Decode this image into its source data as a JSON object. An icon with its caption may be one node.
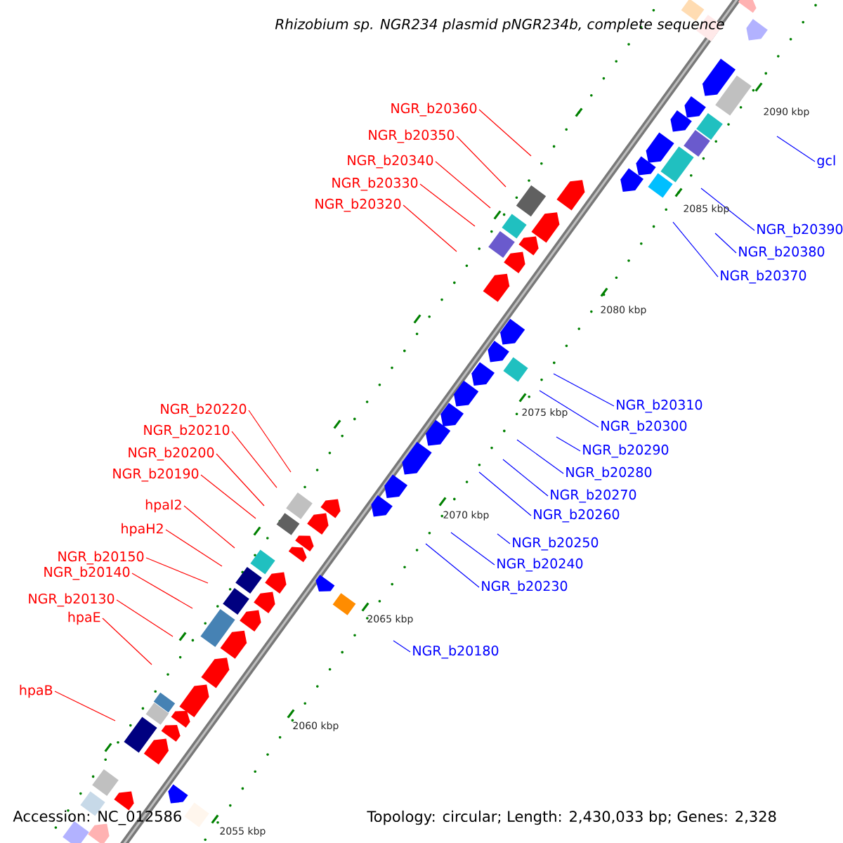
{
  "diagram": {
    "title": "Rhizobium sp. NGR234 plasmid pNGR234b, complete sequence",
    "nodes": [
      {
        "text": [
          "NGR_b20360"
        ]
      },
      {
        "text": [
          "NGR_b20350"
        ]
      },
      {
        "text": [
          "gcl"
        ]
      },
      {
        "text": [
          "NGR_b20340"
        ]
      },
      {
        "text": [
          "NGR_b20330"
        ]
      },
      {
        "text": [
          "NGR_b20320"
        ]
      },
      {
        "text": [
          "NGR_b20390"
        ]
      },
      {
        "text": [
          "NGR_b20380"
        ]
      },
      {
        "text": [
          "NGR_b20370"
        ]
      },
      {
        "text": [
          "NGR_b20310"
        ]
      },
      {
        "text": [
          "NGR_b20220"
        ]
      },
      {
        "text": [
          "NGR_b20300"
        ]
      },
      {
        "text": [
          "NGR_b20210"
        ]
      },
      {
        "text": [
          "NGR_b20290"
        ]
      },
      {
        "text": [
          "NGR_b20200"
        ]
      },
      {
        "text": [
          "NGR_b20280"
        ]
      },
      {
        "text": [
          "NGR_b20190"
        ]
      },
      {
        "text": [
          "NGR_b20270"
        ]
      },
      {
        "text": [
          "hpaI2"
        ]
      },
      {
        "text": [
          "NGR_b20260"
        ]
      },
      {
        "text": [
          "hpaH2"
        ]
      },
      {
        "text": [
          "NGR_b20250"
        ]
      },
      {
        "text": [
          "NGR_b20150"
        ]
      },
      {
        "text": [
          "NGR_b20240"
        ]
      },
      {
        "text": [
          "NGR_b20140"
        ]
      },
      {
        "text": [
          "NGR_b20230"
        ]
      },
      {
        "text": [
          "NGR_b20130"
        ]
      },
      {
        "text": [
          "hpaE"
        ]
      },
      {
        "text": [
          "NGR_b20180"
        ]
      },
      {
        "text": [
          "hpaB"
        ]
      }
    ],
    "edges": [
      {
        "from": 0,
        "to": null,
        "arrow": "none"
      },
      {
        "from": 1,
        "to": null,
        "arrow": "none"
      },
      {
        "from": 2,
        "to": null,
        "arrow": "none",
        "color": "#0000ff"
      },
      {
        "from": 3,
        "to": null,
        "arrow": "none"
      },
      {
        "from": 4,
        "to": null,
        "arrow": "none"
      },
      {
        "from": 5,
        "to": null,
        "arrow": "none"
      },
      {
        "from": 6,
        "to": null,
        "arrow": "none",
        "color": "#0000ff"
      },
      {
        "from": 7,
        "to": null,
        "arrow": "none",
        "color": "#0000ff"
      },
      {
        "from": 8,
        "to": null,
        "arrow": "none",
        "color": "#0000ff"
      },
      {
        "from": 9,
        "to": null,
        "arrow": "none",
        "color": "#0000ff"
      },
      {
        "from": 10,
        "to": null,
        "arrow": "none"
      },
      {
        "from": 11,
        "to": null,
        "arrow": "none",
        "color": "#0000ff"
      },
      {
        "from": 12,
        "to": null,
        "arrow": "none"
      },
      {
        "from": 13,
        "to": null,
        "arrow": "none",
        "color": "#0000ff"
      },
      {
        "from": 14,
        "to": null,
        "arrow": "none"
      },
      {
        "from": 15,
        "to": null,
        "arrow": "none",
        "color": "#0000ff"
      },
      {
        "from": 16,
        "to": null,
        "arrow": "none"
      },
      {
        "from": 17,
        "to": null,
        "arrow": "none",
        "color": "#0000ff"
      },
      {
        "from": 18,
        "to": null,
        "arrow": "none"
      },
      {
        "from": 19,
        "to": null,
        "arrow": "none",
        "color": "#0000ff"
      },
      {
        "from": 20,
        "to": null,
        "arrow": "none"
      },
      {
        "from": 21,
        "to": null,
        "arrow": "none",
        "color": "#0000ff"
      },
      {
        "from": 22,
        "to": null,
        "arrow": "none"
      },
      {
        "from": 23,
        "to": null,
        "arrow": "none",
        "color": "#0000ff"
      },
      {
        "from": 24,
        "to": null,
        "arrow": "none"
      },
      {
        "from": 25,
        "to": null,
        "arrow": "none",
        "color": "#0000ff"
      },
      {
        "from": 26,
        "to": null,
        "arrow": "none"
      },
      {
        "from": 27,
        "to": null,
        "arrow": "none"
      },
      {
        "from": 28,
        "to": null,
        "arrow": "none",
        "color": "#0000ff"
      },
      {
        "from": 29,
        "to": null,
        "arrow": "none"
      }
    ],
    "labels": [
      "2090 kbp",
      "2085 kbp",
      "2080 kbp",
      "2075 kbp",
      "2070 kbp",
      "2065 kbp",
      "2060 kbp",
      "2055 kbp",
      "Accession: NC_012586",
      "Topology: circular; Length: 2,430,033 bp; Genes: 2,328"
    ]
  }
}
